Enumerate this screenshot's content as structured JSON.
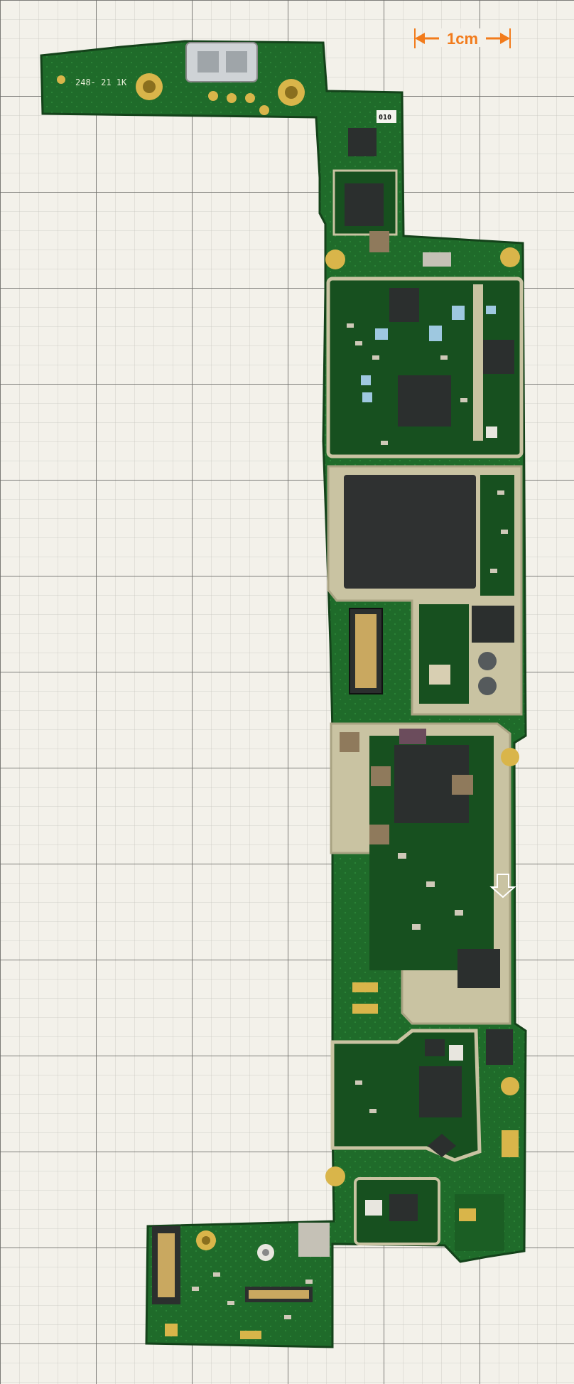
{
  "photo": {
    "subject": "Smartphone main logic board on graph paper",
    "scale_bar": {
      "label": "1cm"
    },
    "silkscreen": {
      "label_line": "248- 21 1K",
      "tag": "010"
    },
    "colors": {
      "pcb": "#1f6b2a",
      "pcb_dark": "#17501f",
      "shield": "#c9c3a2",
      "gold": "#d9b54a",
      "paper": "#f3f1ea",
      "grid": "#9b9b96",
      "accent": "#f27b1b"
    }
  }
}
